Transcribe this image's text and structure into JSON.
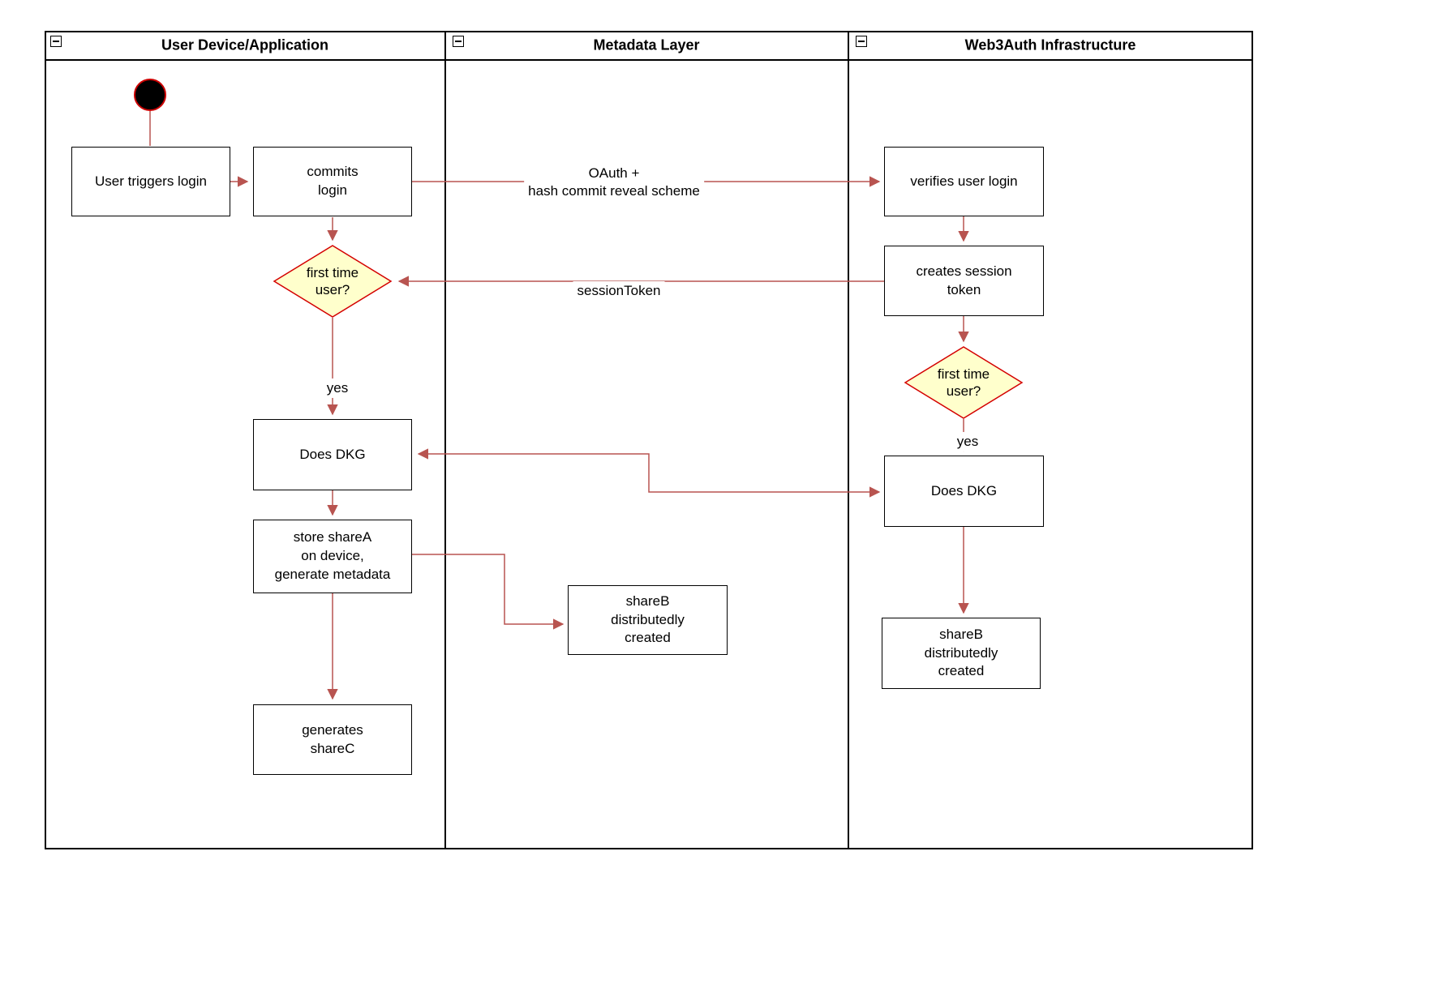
{
  "diagram": {
    "lanes": [
      {
        "title": "User Device/Application"
      },
      {
        "title": "Metadata Layer"
      },
      {
        "title": "Web3Auth Infrastructure"
      }
    ],
    "nodes": {
      "user_triggers_login": "User triggers login",
      "commits_login": "commits\nlogin",
      "does_dkg_1": "Does DKG",
      "store_sharea": "store shareA\non device,\ngenerate metadata",
      "generates_sharec": "generates\nshareC",
      "shareb_metadata": "shareB\ndistributedly\ncreated",
      "verifies_user_login": "verifies user login",
      "creates_session_token": "creates session\ntoken",
      "does_dkg_2": "Does DKG",
      "shareb_web3": "shareB\ndistributedly\ncreated"
    },
    "decisions": {
      "first_time_user_1": "first time\nuser?",
      "first_time_user_2": "first time\nuser?"
    },
    "edge_labels": {
      "oauth": "OAuth +\nhash commit reveal scheme",
      "session_token": "sessionToken",
      "yes_1": "yes",
      "yes_2": "yes"
    },
    "colors": {
      "connector": "#b85450",
      "decision_fill": "#ffffcc",
      "decision_border": "#d40000",
      "node_border": "#000000",
      "start_fill": "#000000",
      "start_border": "#cc0000"
    }
  }
}
